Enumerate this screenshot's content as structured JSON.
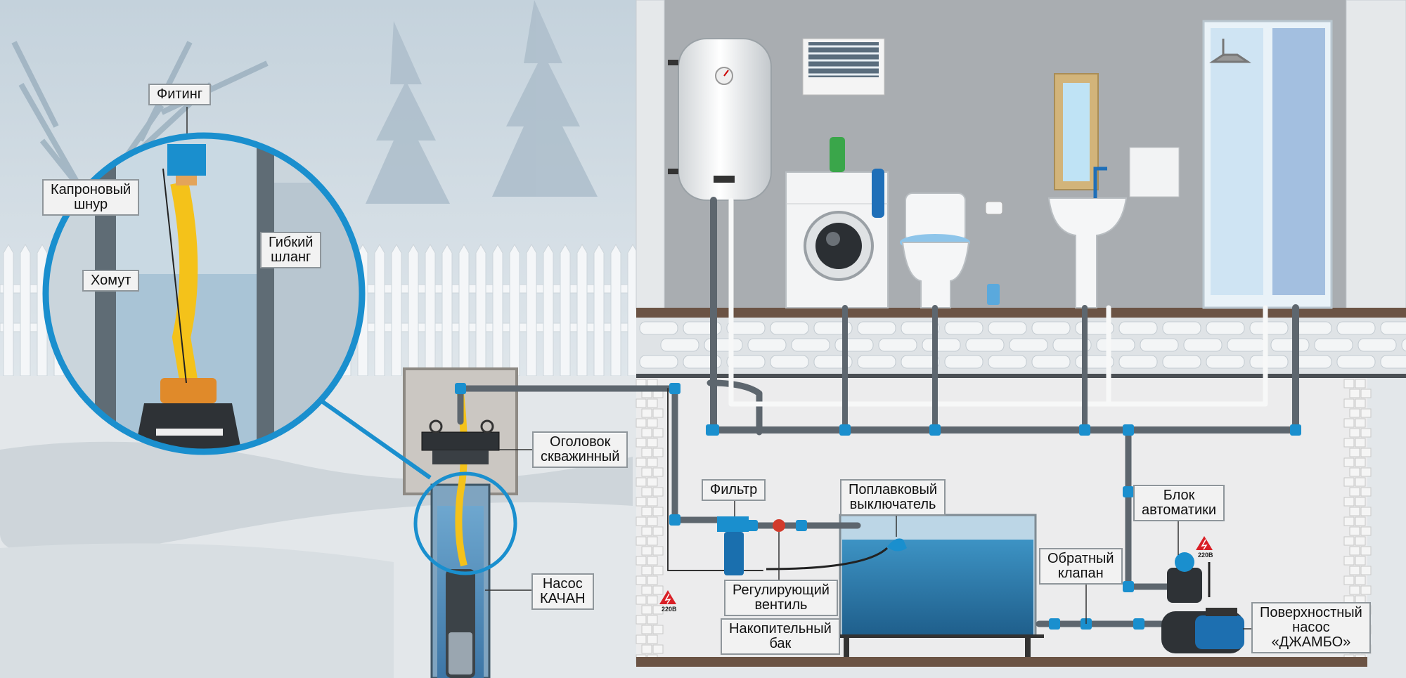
{
  "labels": {
    "fitting": "Фитинг",
    "kapron_line1": "Капроновый",
    "kapron_line2": "шнур",
    "hose_line1": "Гибкий",
    "hose_line2": "шланг",
    "clamp": "Хомут",
    "wellhead_line1": "Оголовок",
    "wellhead_line2": "скважинный",
    "pump_line1": "Насос",
    "pump_line2": "КАЧАН",
    "filter": "Фильтр",
    "float_line1": "Поплавковый",
    "float_line2": "выключатель",
    "valve_line1": "Регулирующий",
    "valve_line2": "вентиль",
    "tank_line1": "Накопительный",
    "tank_line2": "бак",
    "check_line1": "Обратный",
    "check_line2": "клапан",
    "auto_line1": "Блок",
    "auto_line2": "автоматики",
    "surface_line1": "Поверхностный",
    "surface_line2": "насос",
    "surface_line3": "«ДЖАМБО»"
  },
  "voltage": "220В",
  "icons": [
    "electric-hazard-icon",
    "pressure-gauge-icon",
    "shower-head-icon"
  ],
  "colors": {
    "accent_blue": "#1a8fce",
    "pipe_gray": "#5d666e",
    "hose_yellow": "#f4c21a",
    "water": "#2b7fb3",
    "wall": "#a9adb1"
  }
}
